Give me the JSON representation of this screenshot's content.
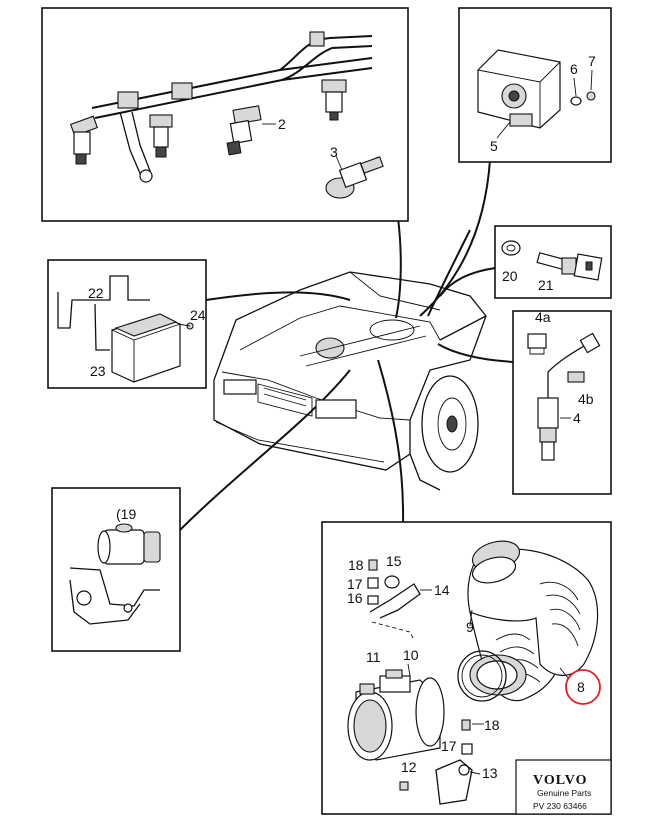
{
  "labels": {
    "l2": "2",
    "l3": "3",
    "l5": "5",
    "l6": "6",
    "l7": "7",
    "l20": "20",
    "l21": "21",
    "l4a": "4a",
    "l4b": "4b",
    "l4": "4",
    "l22": "22",
    "l23": "23",
    "l24": "24",
    "l19": "(19",
    "l18a": "18",
    "l15": "15",
    "l17a": "17",
    "l16": "16",
    "l14": "14",
    "l9": "9",
    "l11": "11",
    "l10": "10",
    "l8": "8",
    "l18b": "18",
    "l17b": "17",
    "l12": "12",
    "l13": "13"
  },
  "highlight": {
    "part": "8",
    "color": "#e02020"
  },
  "footer": {
    "brand": "VOLVO",
    "subtitle": "Genuine Parts",
    "code": "PV 230 63466"
  }
}
